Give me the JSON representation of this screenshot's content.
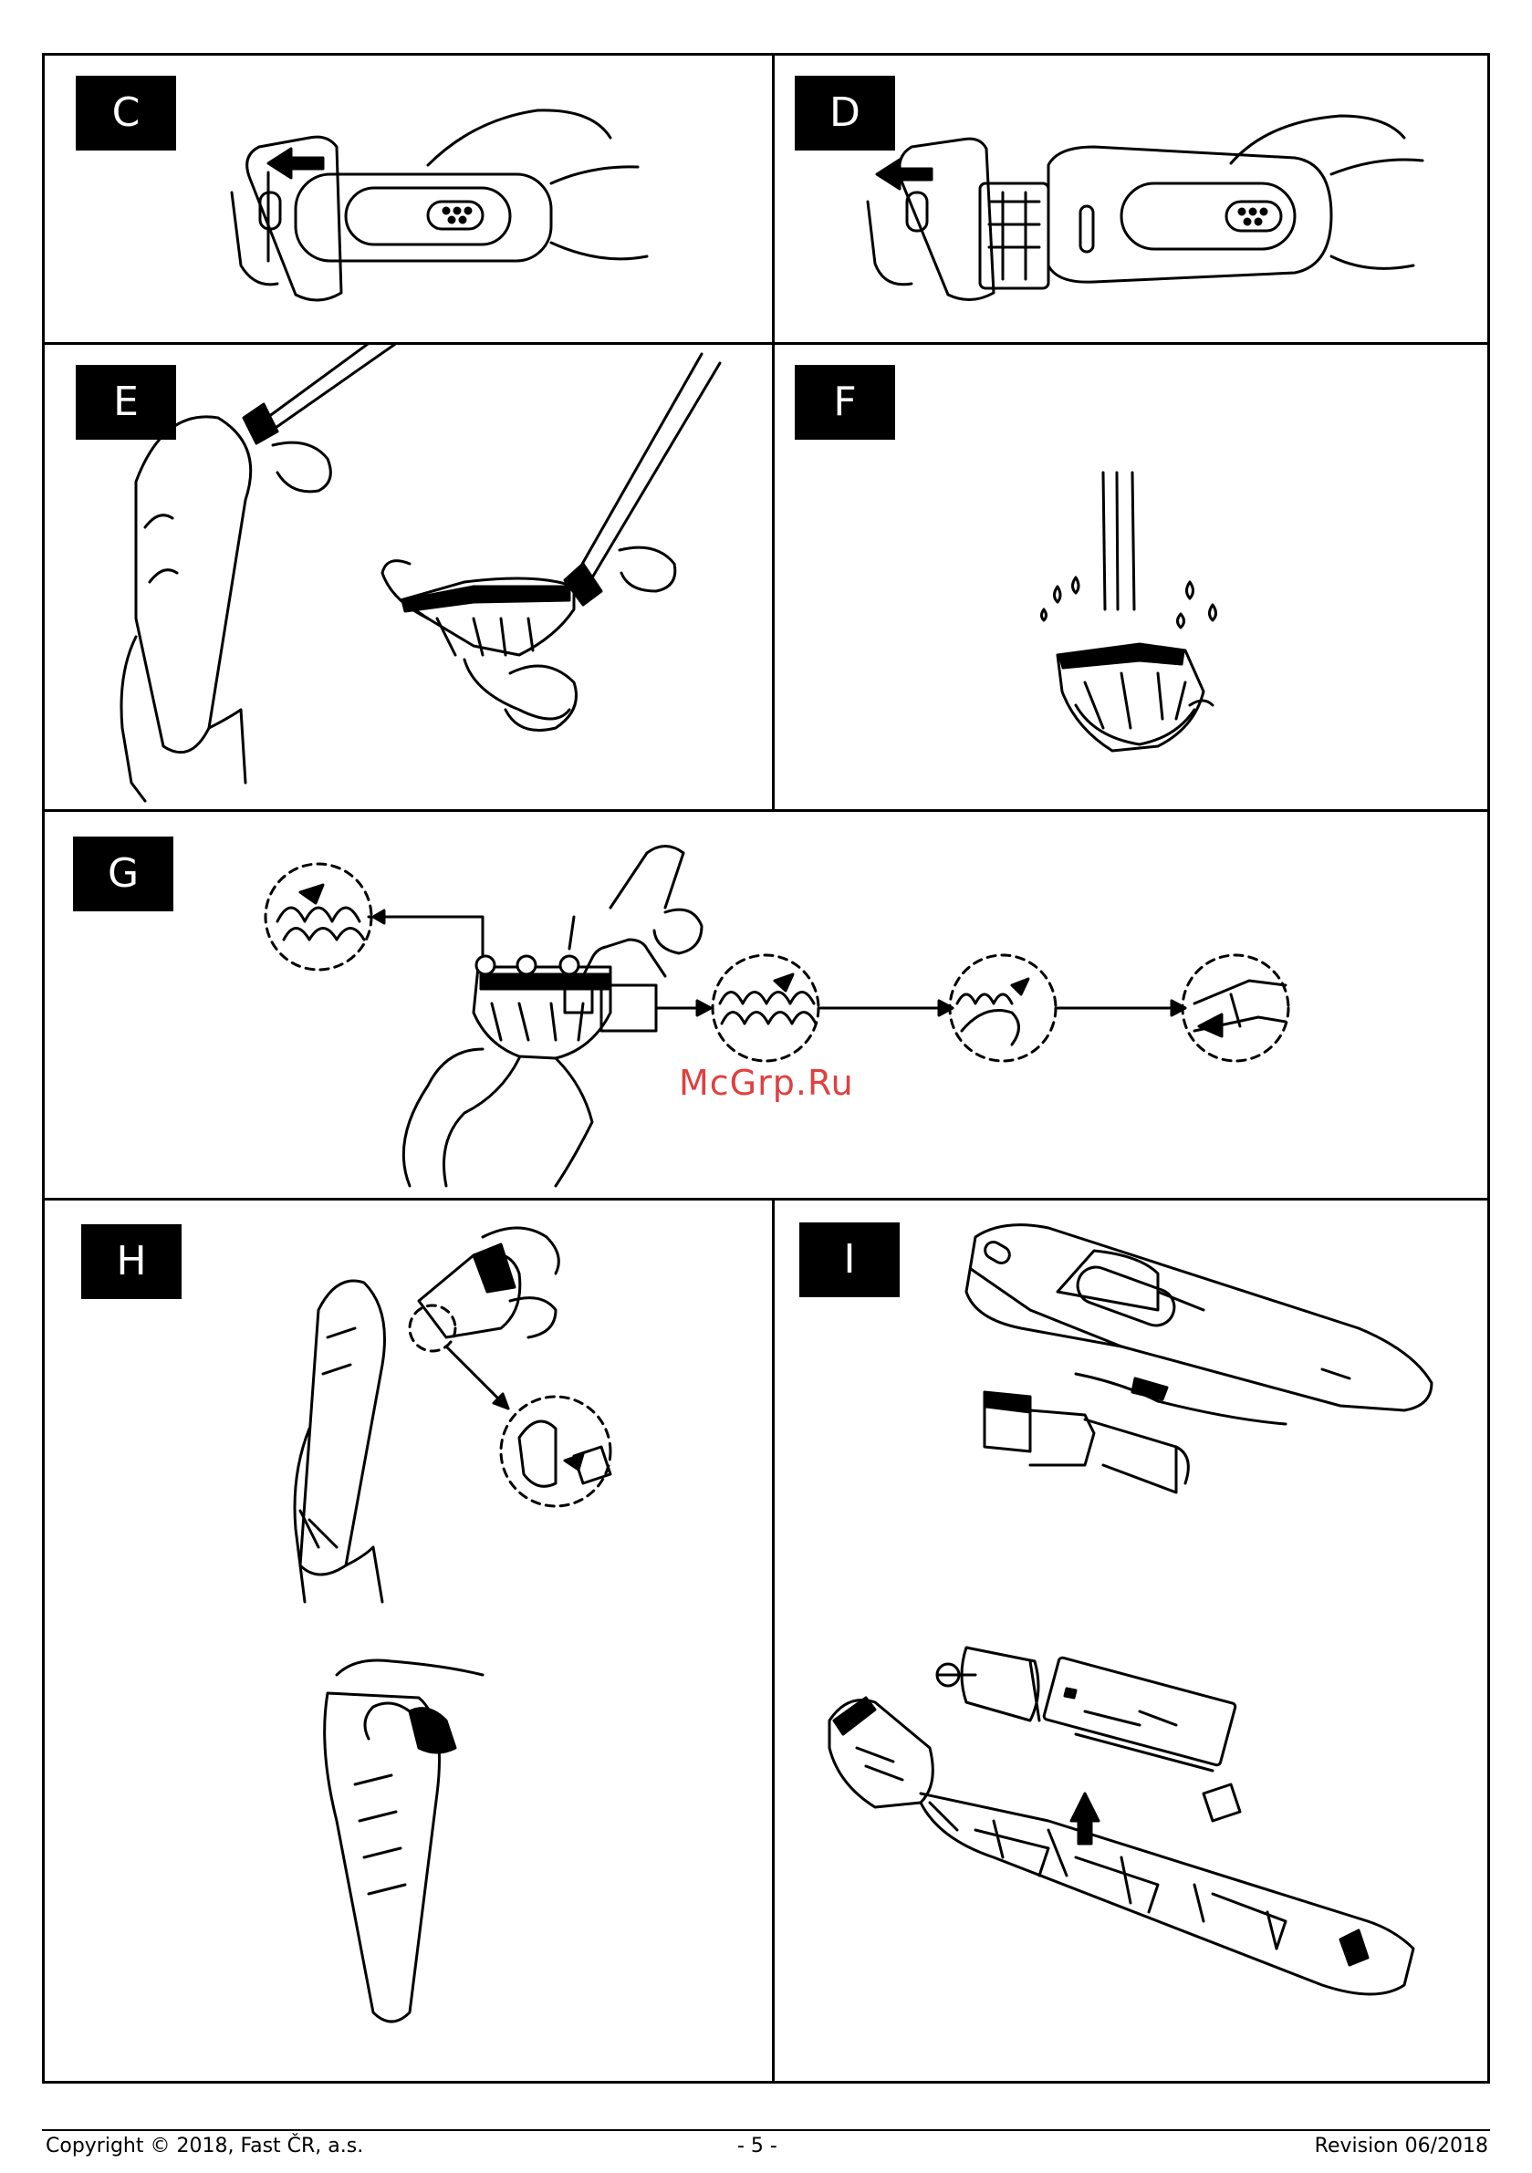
{
  "panels": [
    {
      "id": "C",
      "label": "C"
    },
    {
      "id": "D",
      "label": "D"
    },
    {
      "id": "E",
      "label": "E"
    },
    {
      "id": "F",
      "label": "F"
    },
    {
      "id": "G",
      "label": "G"
    },
    {
      "id": "H",
      "label": "H"
    },
    {
      "id": "I",
      "label": "I"
    }
  ],
  "watermark": "McGrp.Ru",
  "footer": {
    "copyright": "Copyright © 2018, Fast ČR, a.s.",
    "page": "- 5 -",
    "revision": "Revision 06/2018"
  }
}
